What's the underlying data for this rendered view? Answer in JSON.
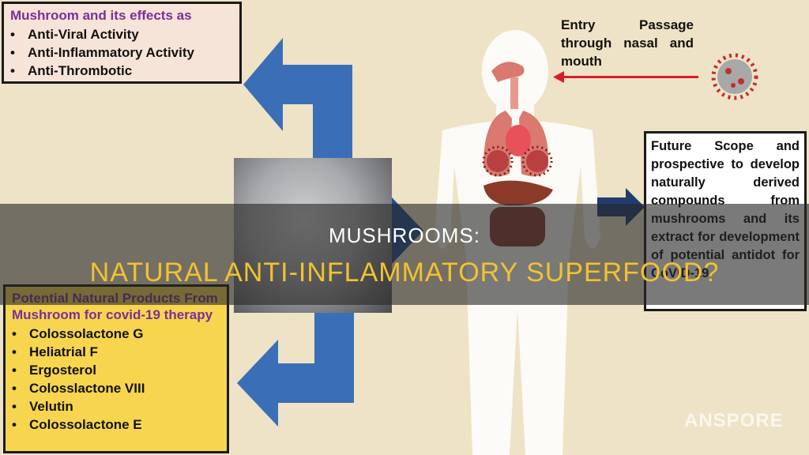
{
  "top_left_box": {
    "heading": "Mushroom and its effects as",
    "items": [
      "Anti-Viral Activity",
      "Anti-Inflammatory Activity",
      "Anti-Thrombotic"
    ]
  },
  "entry_label": "Entry Passage through nasal and mouth",
  "right_box": {
    "text": "Future Scope and prospective to develop naturally derived compounds from mushrooms and its extract for development of potential antidot for CoVID-19"
  },
  "bottom_left_box": {
    "heading": "Potential Natural Products From Mushroom for covid-19 therapy",
    "items": [
      "Colossolactone G",
      "Heliatrial F",
      "Ergosterol",
      "Colosslactone VIII",
      "Velutin",
      "Colossolactone E"
    ]
  },
  "banner": {
    "line1": "MUSHROOMS:",
    "line2": "NATURAL ANTI-INFLAMMATORY SUPERFOOD?"
  },
  "watermark": "ANSPORE",
  "colors": {
    "background": "#eee3c6",
    "arrow_blue": "#3a6fb7",
    "arrow_red": "#d61e2a",
    "heading_purple": "#7a2f9a",
    "banner_accent": "#f2c230"
  }
}
